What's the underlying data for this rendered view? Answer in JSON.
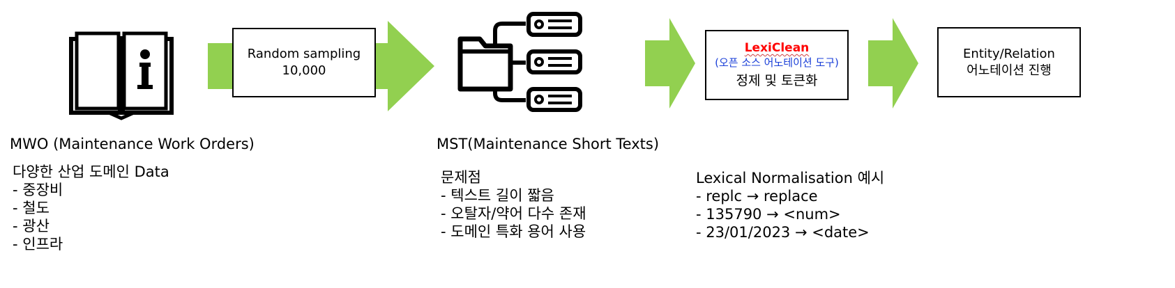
{
  "colors": {
    "arrow": "#92d050",
    "lexiclean_title": "#ff0000",
    "lexiclean_subtitle": "#1a3fd8",
    "outline": "#000000"
  },
  "icons": {
    "mwo": "book-info-icon",
    "mst": "folder-tree-icon"
  },
  "boxes": {
    "sampling": {
      "line1": "Random sampling",
      "line2": "10,000"
    },
    "lexiclean": {
      "title": "LexiClean",
      "subtitle": "(오픈 소스 어노테이션 도구)",
      "main": "정제 및 토큰화"
    },
    "annotation": {
      "line1": "Entity/Relation",
      "line2": "어노테이션 진행"
    }
  },
  "mwo": {
    "caption": "MWO (Maintenance Work Orders)",
    "heading": "다양한 산업 도메인 Data",
    "items": [
      "- 중장비",
      "- 철도",
      "- 광산",
      "- 인프라"
    ]
  },
  "mst": {
    "caption": "MST(Maintenance Short Texts)",
    "heading": "문제점",
    "items": [
      "- 텍스트 길이 짧음",
      "- 오탈자/약어 다수 존재",
      "- 도메인 특화 용어 사용"
    ]
  },
  "normalisation": {
    "heading": "Lexical Normalisation 예시",
    "items": [
      "- replc → replace",
      "- 135790 → <num>",
      "- 23/01/2023 → <date>"
    ]
  }
}
